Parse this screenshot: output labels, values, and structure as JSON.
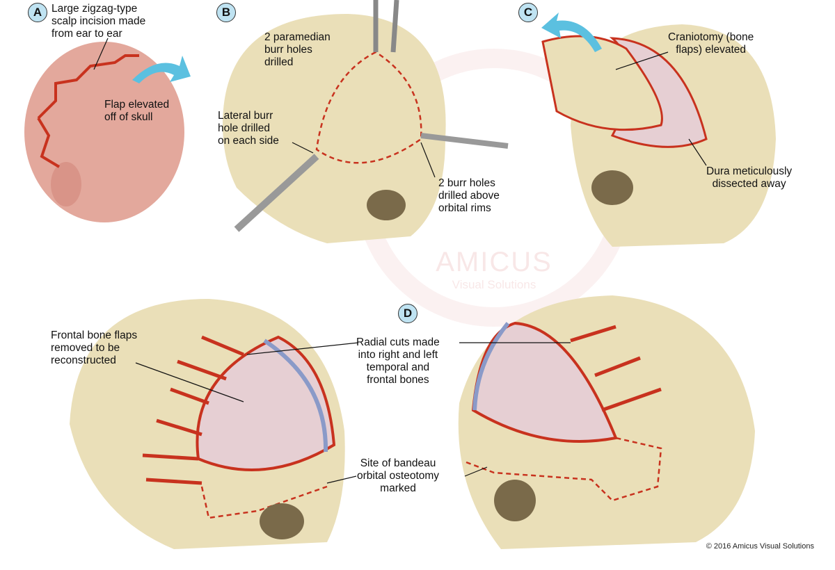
{
  "panels": {
    "a": {
      "badge": "A",
      "incision": "Large zigzag-type\nscalp incision made\nfrom ear to ear",
      "flap": "Flap elevated\noff of skull"
    },
    "b": {
      "badge": "B",
      "paramedian": "2 paramedian\nburr holes\ndrilled",
      "lateral": "Lateral burr\nhole drilled\non each side",
      "orbital": "2 burr holes\ndrilled above\norbital rims"
    },
    "c": {
      "badge": "C",
      "craniotomy": "Craniotomy (bone\nflaps) elevated",
      "dura": "Dura meticulously\ndissected away"
    },
    "d": {
      "badge": "D",
      "frontal": "Frontal bone flaps\nremoved to be\nreconstructed",
      "radial": "Radial cuts made\ninto right and left\ntemporal and\nfrontal bones",
      "bandeau": "Site of bandeau\norbital osteotomy\nmarked"
    }
  },
  "watermark": {
    "name": "AMICUS",
    "sub": "Visual Solutions"
  },
  "copyright": "© 2016 Amicus Visual Solutions",
  "colors": {
    "skull": "#eadfb8",
    "cut": "#c8321e",
    "brain": "#e6cfd3",
    "skin": "#e3a89c",
    "badge": "#bfe3f2",
    "arrow": "#5bc0e0"
  }
}
